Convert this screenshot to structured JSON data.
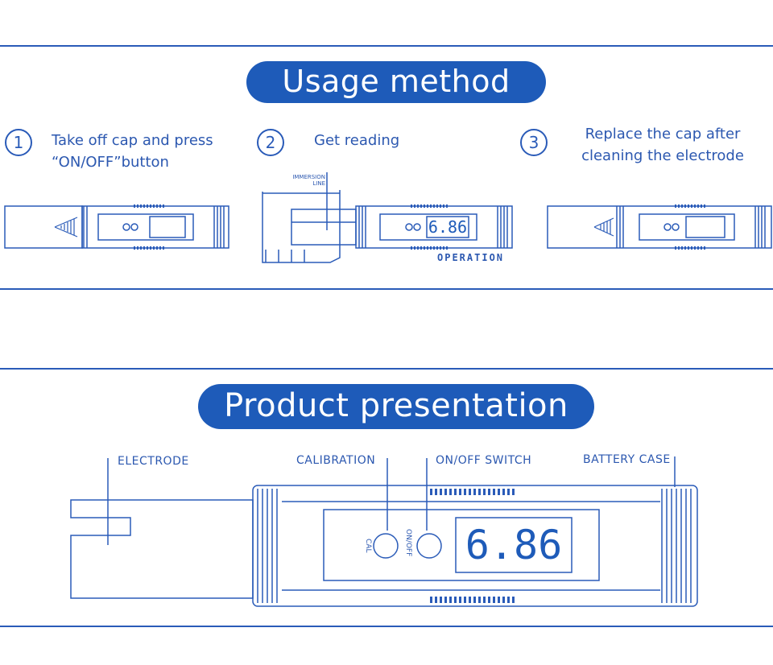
{
  "usage": {
    "title": "Usage method",
    "steps": [
      {
        "num": "1",
        "text_line1": "Take off cap and press",
        "text_line2": "“ON/OFF”button"
      },
      {
        "num": "2",
        "text_line1": "Get reading",
        "text_line2": ""
      },
      {
        "num": "3",
        "text_line1": "Replace the cap after",
        "text_line2": "cleaning the electrode"
      }
    ],
    "immersion_line1": "IMMERSION",
    "immersion_line2": "LINE",
    "reading": "6.86",
    "operation": "OPERATION"
  },
  "product": {
    "title": "Product presentation",
    "labels": {
      "electrode": "ELECTRODE",
      "calibration": "CALIBRATION",
      "onoff_switch": "ON/OFF SWITCH",
      "battery_case": "BATTERY CASE"
    },
    "cal_button": "CAL",
    "onoff_button": "ON/OFF",
    "reading": "6.86"
  },
  "colors": {
    "accent": "#1e5bb9",
    "line": "#2a5bb8",
    "background": "#ffffff"
  }
}
